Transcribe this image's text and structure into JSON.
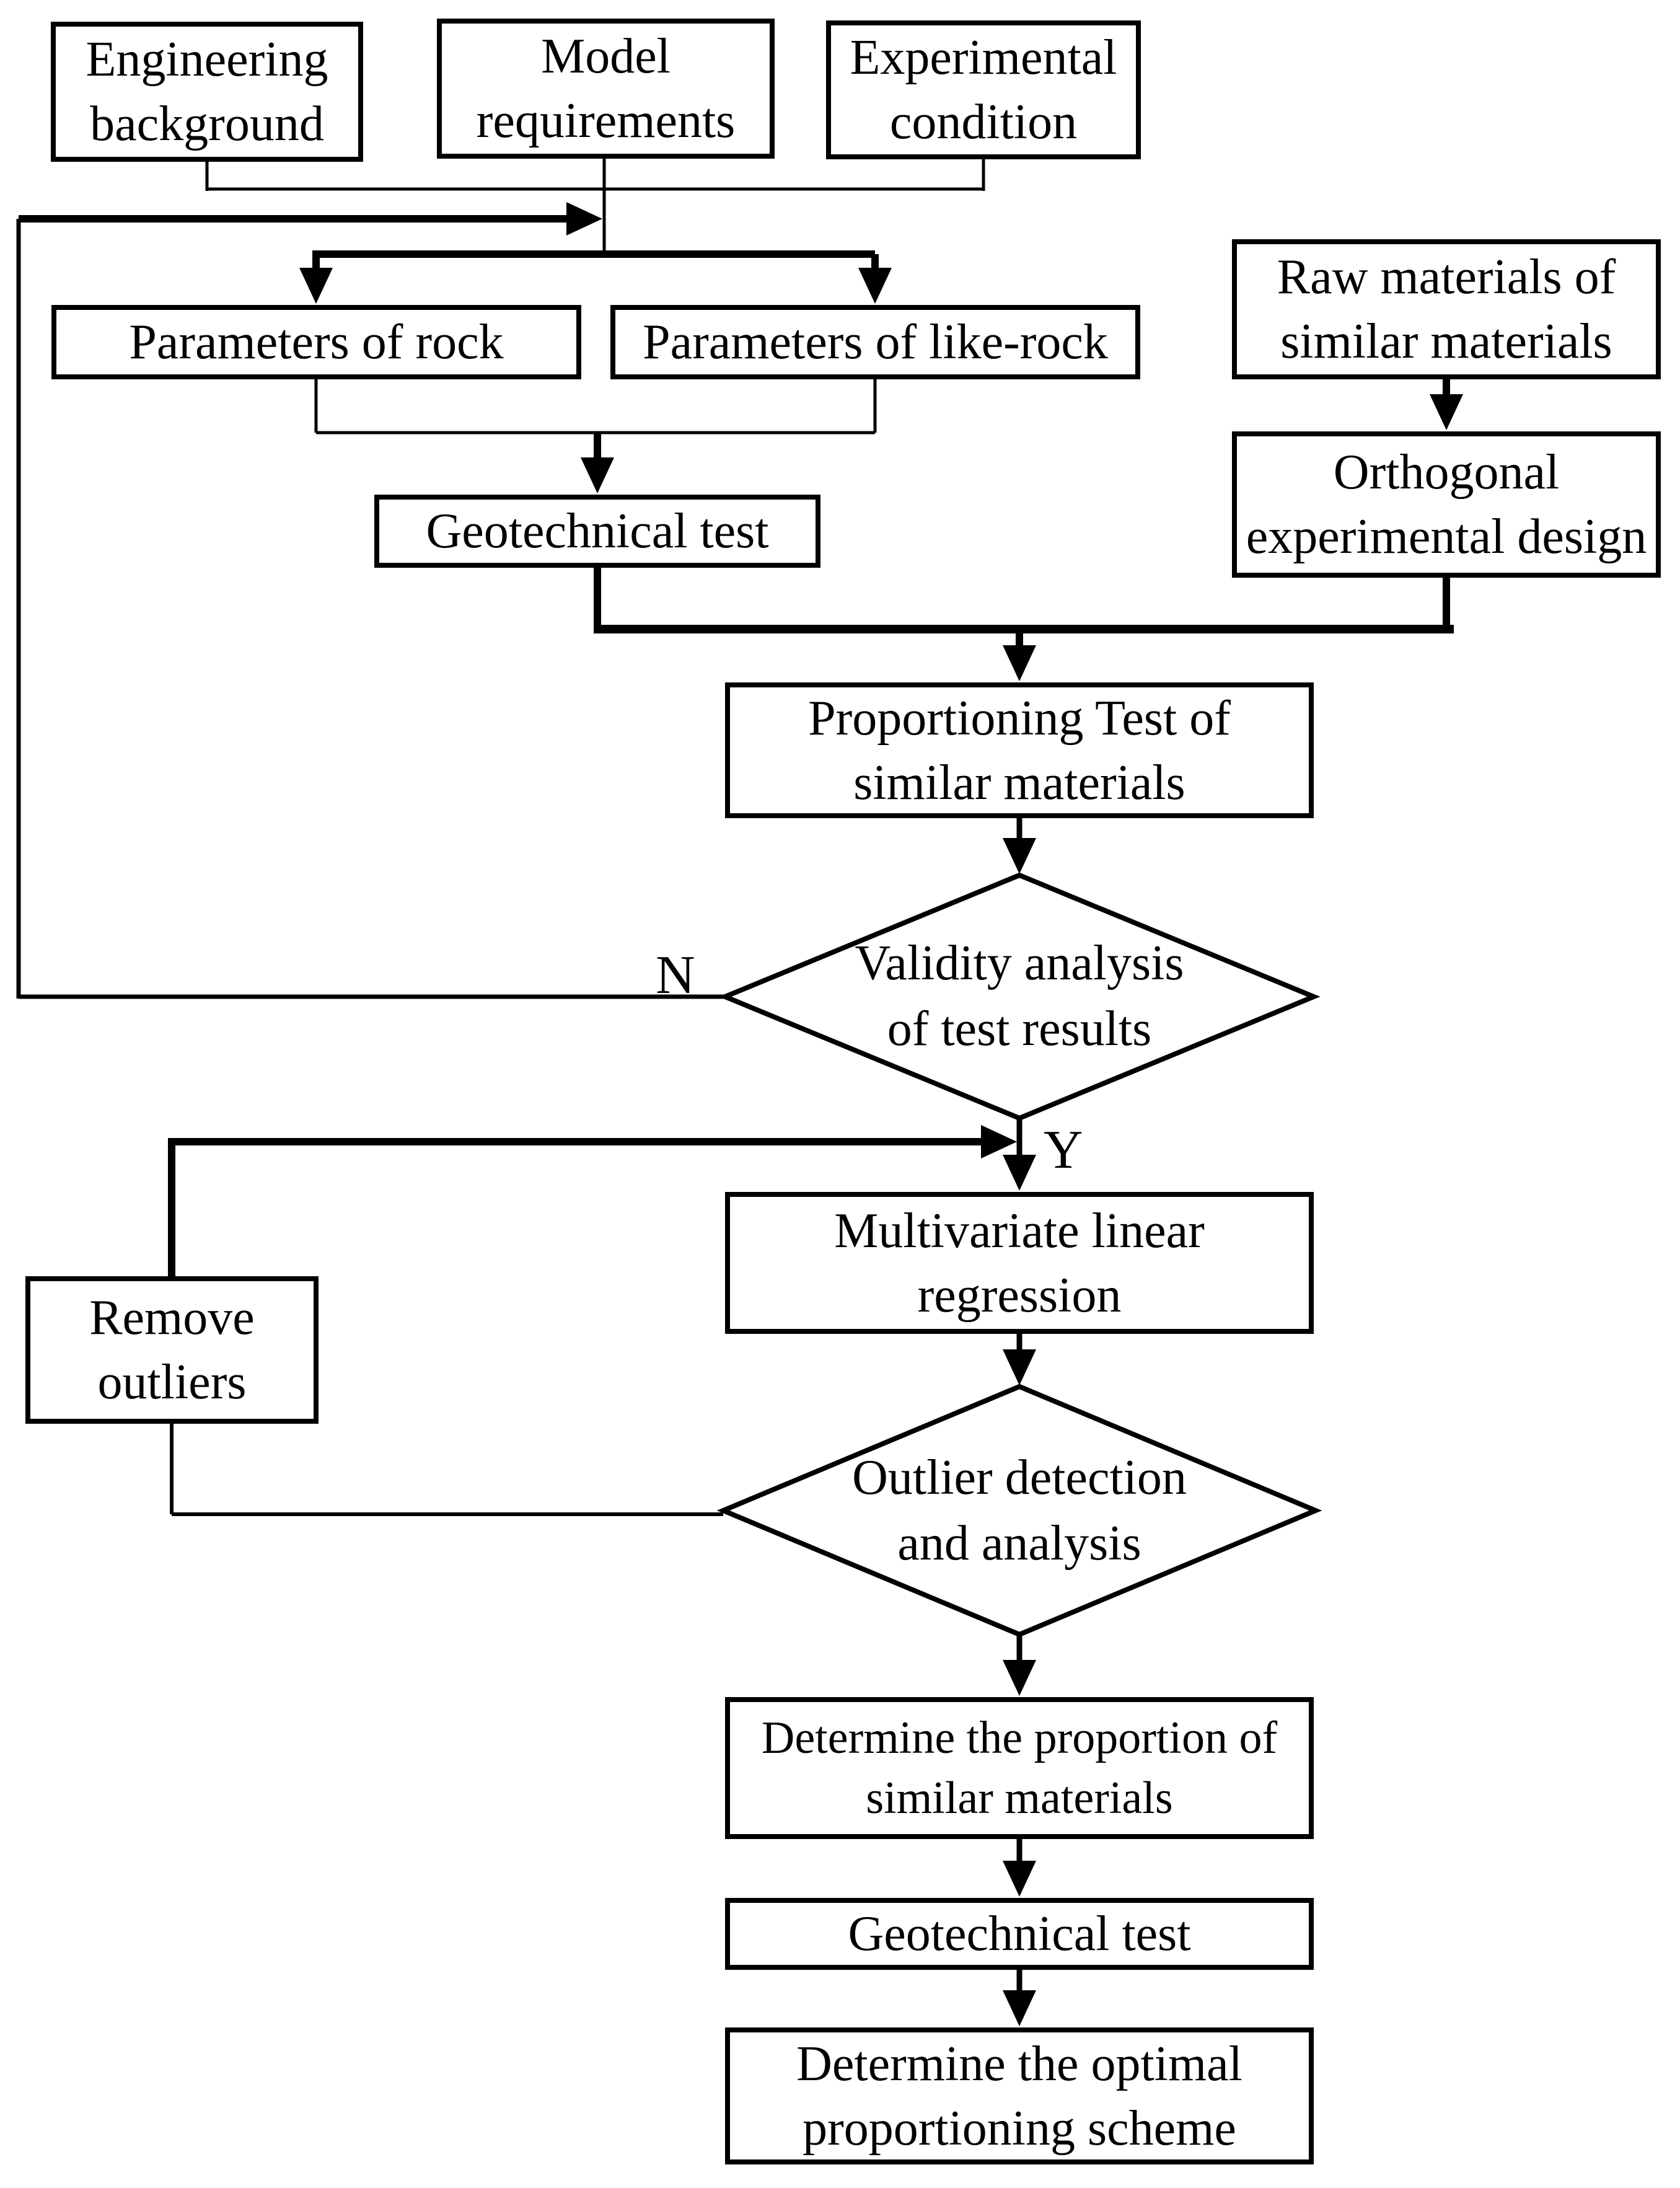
{
  "diagram": {
    "title": "Flowchart: optimal proportioning scheme of similar materials",
    "colors": {
      "background": "#ffffff",
      "stroke": "#000000",
      "text": "#000000"
    },
    "nodes": {
      "engineering_background": "Engineering\nbackground",
      "model_requirements": "Model\nrequirements",
      "experimental_condition": "Experimental\ncondition",
      "parameters_of_rock": "Parameters of rock",
      "parameters_of_like_rock": "Parameters of like-rock",
      "raw_materials": "Raw materials of\nsimilar materials",
      "orthogonal_design": "Orthogonal\nexperimental design",
      "geotechnical_test_1": "Geotechnical test",
      "proportioning_test": "Proportioning Test of\nsimilar materials",
      "validity_analysis": "Validity analysis\nof test results",
      "multivariate_regression": "Multivariate linear\nregression",
      "remove_outliers": "Remove\noutliers",
      "outlier_detection": "Outlier detection\nand analysis",
      "determine_proportion": "Determine the proportion of\nsimilar materials",
      "geotechnical_test_2": "Geotechnical test",
      "determine_optimal": "Determine the optimal\nproportioning scheme"
    },
    "branch_labels": {
      "no": "N",
      "yes": "Y"
    }
  }
}
